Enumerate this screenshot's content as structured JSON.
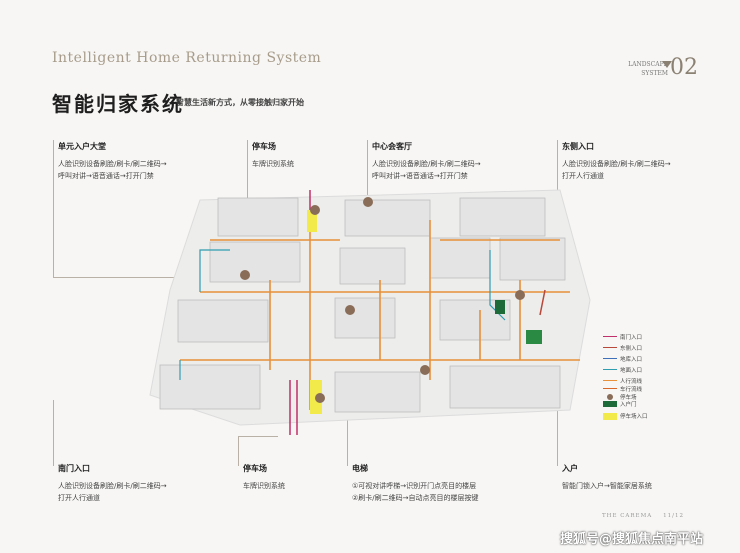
{
  "header": {
    "en_title": "Intelligent Home Returning System",
    "title": "智能归家系统",
    "subtitle": "智慧生活新方式，从零接触归家开始"
  },
  "badge": {
    "line1": "LANDSCAPE",
    "line2": "SYSTEM",
    "number": "02"
  },
  "callouts": [
    {
      "title": "单元入户大堂",
      "lines": [
        "人脸识别设备刷脸/刷卡/刷二维码→",
        "呼叫对讲→语音通话→打开门禁"
      ]
    },
    {
      "title": "停车场",
      "lines": [
        "车牌识别系统"
      ]
    },
    {
      "title": "中心会客厅",
      "lines": [
        "人脸识别设备刷脸/刷卡/刷二维码→",
        "呼叫对讲→语音通话→打开门禁"
      ]
    },
    {
      "title": "东侧入口",
      "lines": [
        "人脸识别设备刷脸/刷卡/刷二维码→",
        "打开人行通道"
      ]
    },
    {
      "title": "南门入口",
      "lines": [
        "人脸识别设备刷脸/刷卡/刷二维码→",
        "打开人行通道"
      ]
    },
    {
      "title": "停车场",
      "lines": [
        "车牌识别系统"
      ]
    },
    {
      "title": "电梯",
      "lines": [
        "①可视对讲呼梯→识别开门点亮目的楼层",
        "②刷卡/刷二维码→自动点亮目的楼层按键"
      ]
    },
    {
      "title": "入户",
      "lines": [
        "智能门锁入户→智能家居系统"
      ]
    }
  ],
  "legend": [
    {
      "label": "南门入口",
      "color": "#c0306a"
    },
    {
      "label": "东侧入口",
      "color": "#b8483a"
    },
    {
      "label": "地库入口",
      "color": "#3f6fb8"
    },
    {
      "label": "地面入口",
      "color": "#2f9db0"
    },
    {
      "label": "人行流线",
      "color": "#e8903a"
    },
    {
      "label": "车行流线",
      "color": "#d9672a"
    },
    {
      "label": "停车场",
      "color": "#8a6d58"
    },
    {
      "label": "入户门",
      "color": "#1e6b3a"
    },
    {
      "label": "停车场入口",
      "color": "#f2ea4a"
    }
  ],
  "footer": {
    "brand": "THE CAREMA",
    "page": "11/12"
  },
  "watermark": "搜狐号@搜狐焦点南平站",
  "colors": {
    "accent": "#8b8173",
    "orange": "#e8903a",
    "teal": "#2f9db0",
    "building": "#e9e9e9"
  }
}
